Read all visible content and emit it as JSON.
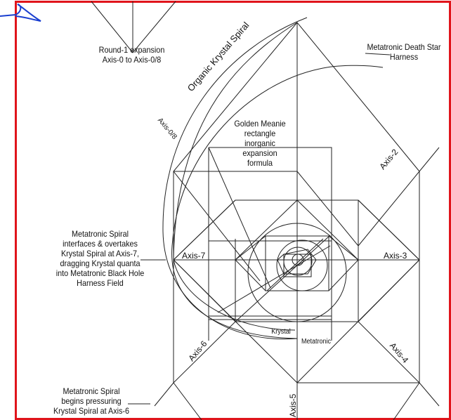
{
  "diagram": {
    "labels": {
      "round1": "Round-1 expansion\nAxis-0 to Axis-0/8",
      "organic_spiral": "Organic Krystal Spiral",
      "death_star": "Metatronic Death Star\nHarness",
      "golden": "Golden Meanie\nrectangle\ninorganic\nexpansion\nformula",
      "overtakes": "Metatronic Spiral\ninterfaces & overtakes\nKrystal Spiral at Axis-7,\ndragging Krystal quanta\ninto Metatronic Black Hole\nHarness Field",
      "pressuring": "Metatronic Spiral\nbegins pressuring\nKrystal Spiral at Axis-6",
      "krystal": "Krystal",
      "metatronic": "Metatronic"
    },
    "axes": {
      "axis08": "Axis-0/8",
      "axis2": "Axis-2",
      "axis3": "Axis-3",
      "axis4": "Axis-4",
      "axis5": "Axis-5",
      "axis6": "Axis-6",
      "axis7": "Axis-7"
    },
    "colors": {
      "frame": "#e0141b",
      "annotation": "#1a3fd0",
      "ink": "#222222"
    }
  }
}
